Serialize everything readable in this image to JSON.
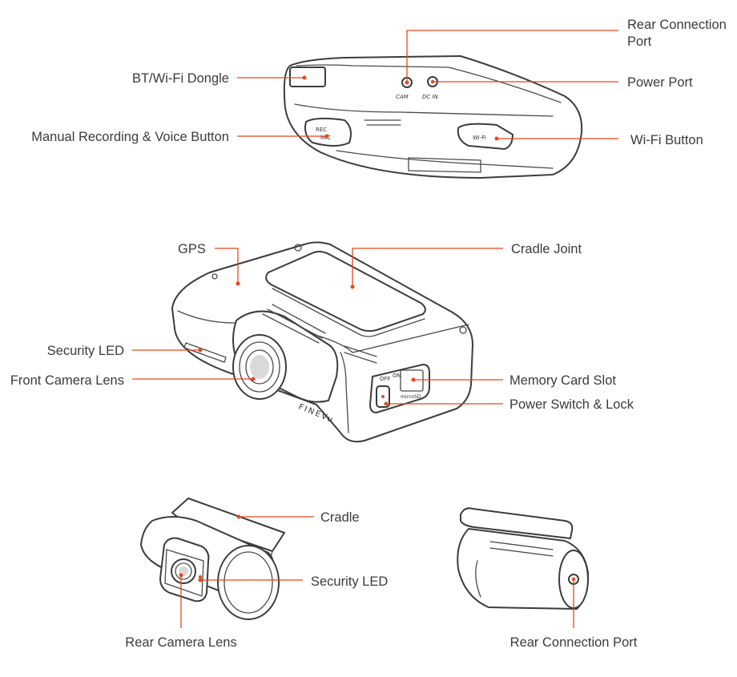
{
  "labels": {
    "top": {
      "rear_connection_port": [
        "Rear Connection",
        "Port"
      ],
      "bt_wifi_dongle": "BT/Wi-Fi Dongle",
      "power_port": "Power Port",
      "manual_rec_voice": "Manual Recording & Voice Button",
      "wifi_button": "Wi-Fi Button"
    },
    "middle": {
      "gps": "GPS",
      "cradle_joint": "Cradle Joint",
      "security_led": "Security LED",
      "front_camera_lens": "Front Camera Lens",
      "memory_card_slot": "Memory Card Slot",
      "power_switch_lock": "Power Switch & Lock"
    },
    "bottom": {
      "cradle": "Cradle",
      "security_led": "Security LED",
      "rear_camera_lens": "Rear Camera Lens",
      "rear_connection_port": "Rear Connection Port"
    }
  },
  "device_markings": {
    "cam": "CAM",
    "dc_in": "DC IN",
    "rec": "REC",
    "mic": "MIC",
    "wifi": "Wi-Fi",
    "off": "OFF",
    "on": "ON",
    "microsd": "microSD",
    "brand": "FINEVu"
  },
  "colors": {
    "leader": "#e8461e",
    "outline": "#3c3c3c",
    "text": "#3b3b3b"
  }
}
